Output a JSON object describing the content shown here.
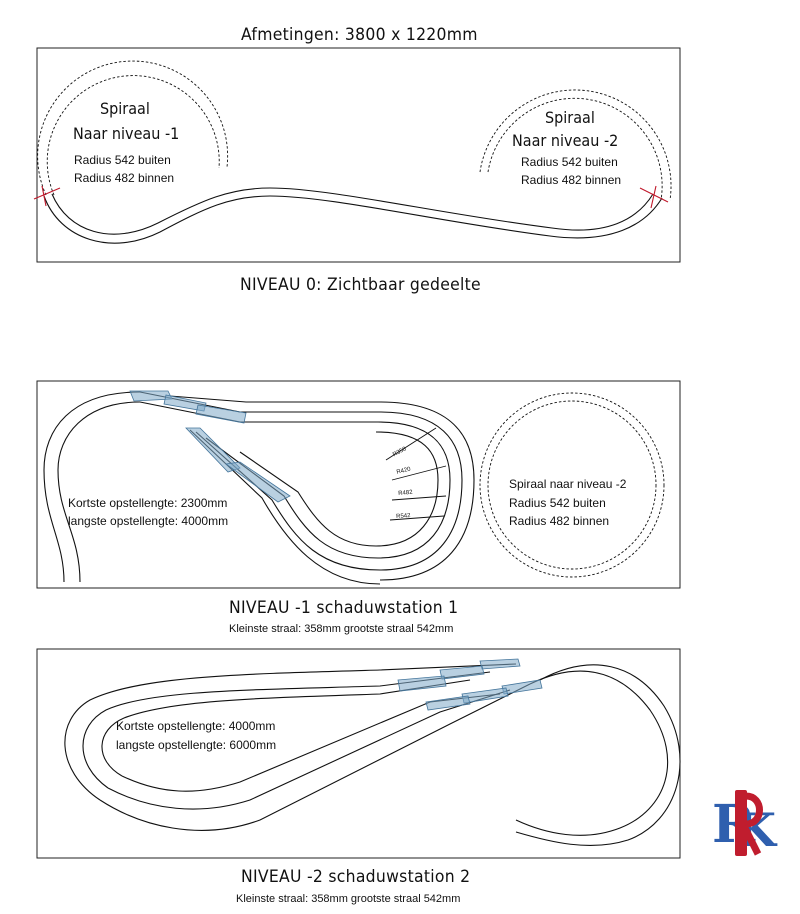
{
  "title": "Afmetingen: 3800 x 1220mm",
  "level0": {
    "caption": "NIVEAU 0: Zichtbaar gedeelte",
    "left_spiral": {
      "line1": "Spiraal",
      "line2": "Naar niveau -1",
      "line3": "Radius 542 buiten",
      "line4": "Radius 482 binnen"
    },
    "right_spiral": {
      "line1": "Spiraal",
      "line2": "Naar niveau -2",
      "line3": "Radius 542 buiten",
      "line4": "Radius 482 binnen"
    }
  },
  "level1": {
    "caption": "NIVEAU -1 schaduwstation 1",
    "subcaption": "Kleinste straal: 358mm grootste straal 542mm",
    "lengths": {
      "shortest": "Kortste opstellengte: 2300mm",
      "longest": "langste opstellengte: 4000mm"
    },
    "spiral": {
      "line1": "Spiraal naar niveau -2",
      "line2": "Radius 542 buiten",
      "line3": "Radius 482 binnen"
    },
    "radius_marks": [
      "R358",
      "R420",
      "R482",
      "R542"
    ]
  },
  "level2": {
    "caption": "NIVEAU -2 schaduwstation 2",
    "subcaption": "Kleinste straal: 358mm grootste straal 542mm",
    "lengths": {
      "shortest": "Kortste opstellengte: 4000mm",
      "longest": "langste opstellengte: 6000mm"
    }
  },
  "colors": {
    "line": "#111111",
    "switch": "#5e8fb6",
    "marker": "#c0182a",
    "logo_red": "#c01d2e",
    "logo_blue": "#2f5fae"
  },
  "icons": {
    "logo": "rk-monogram-logo"
  }
}
